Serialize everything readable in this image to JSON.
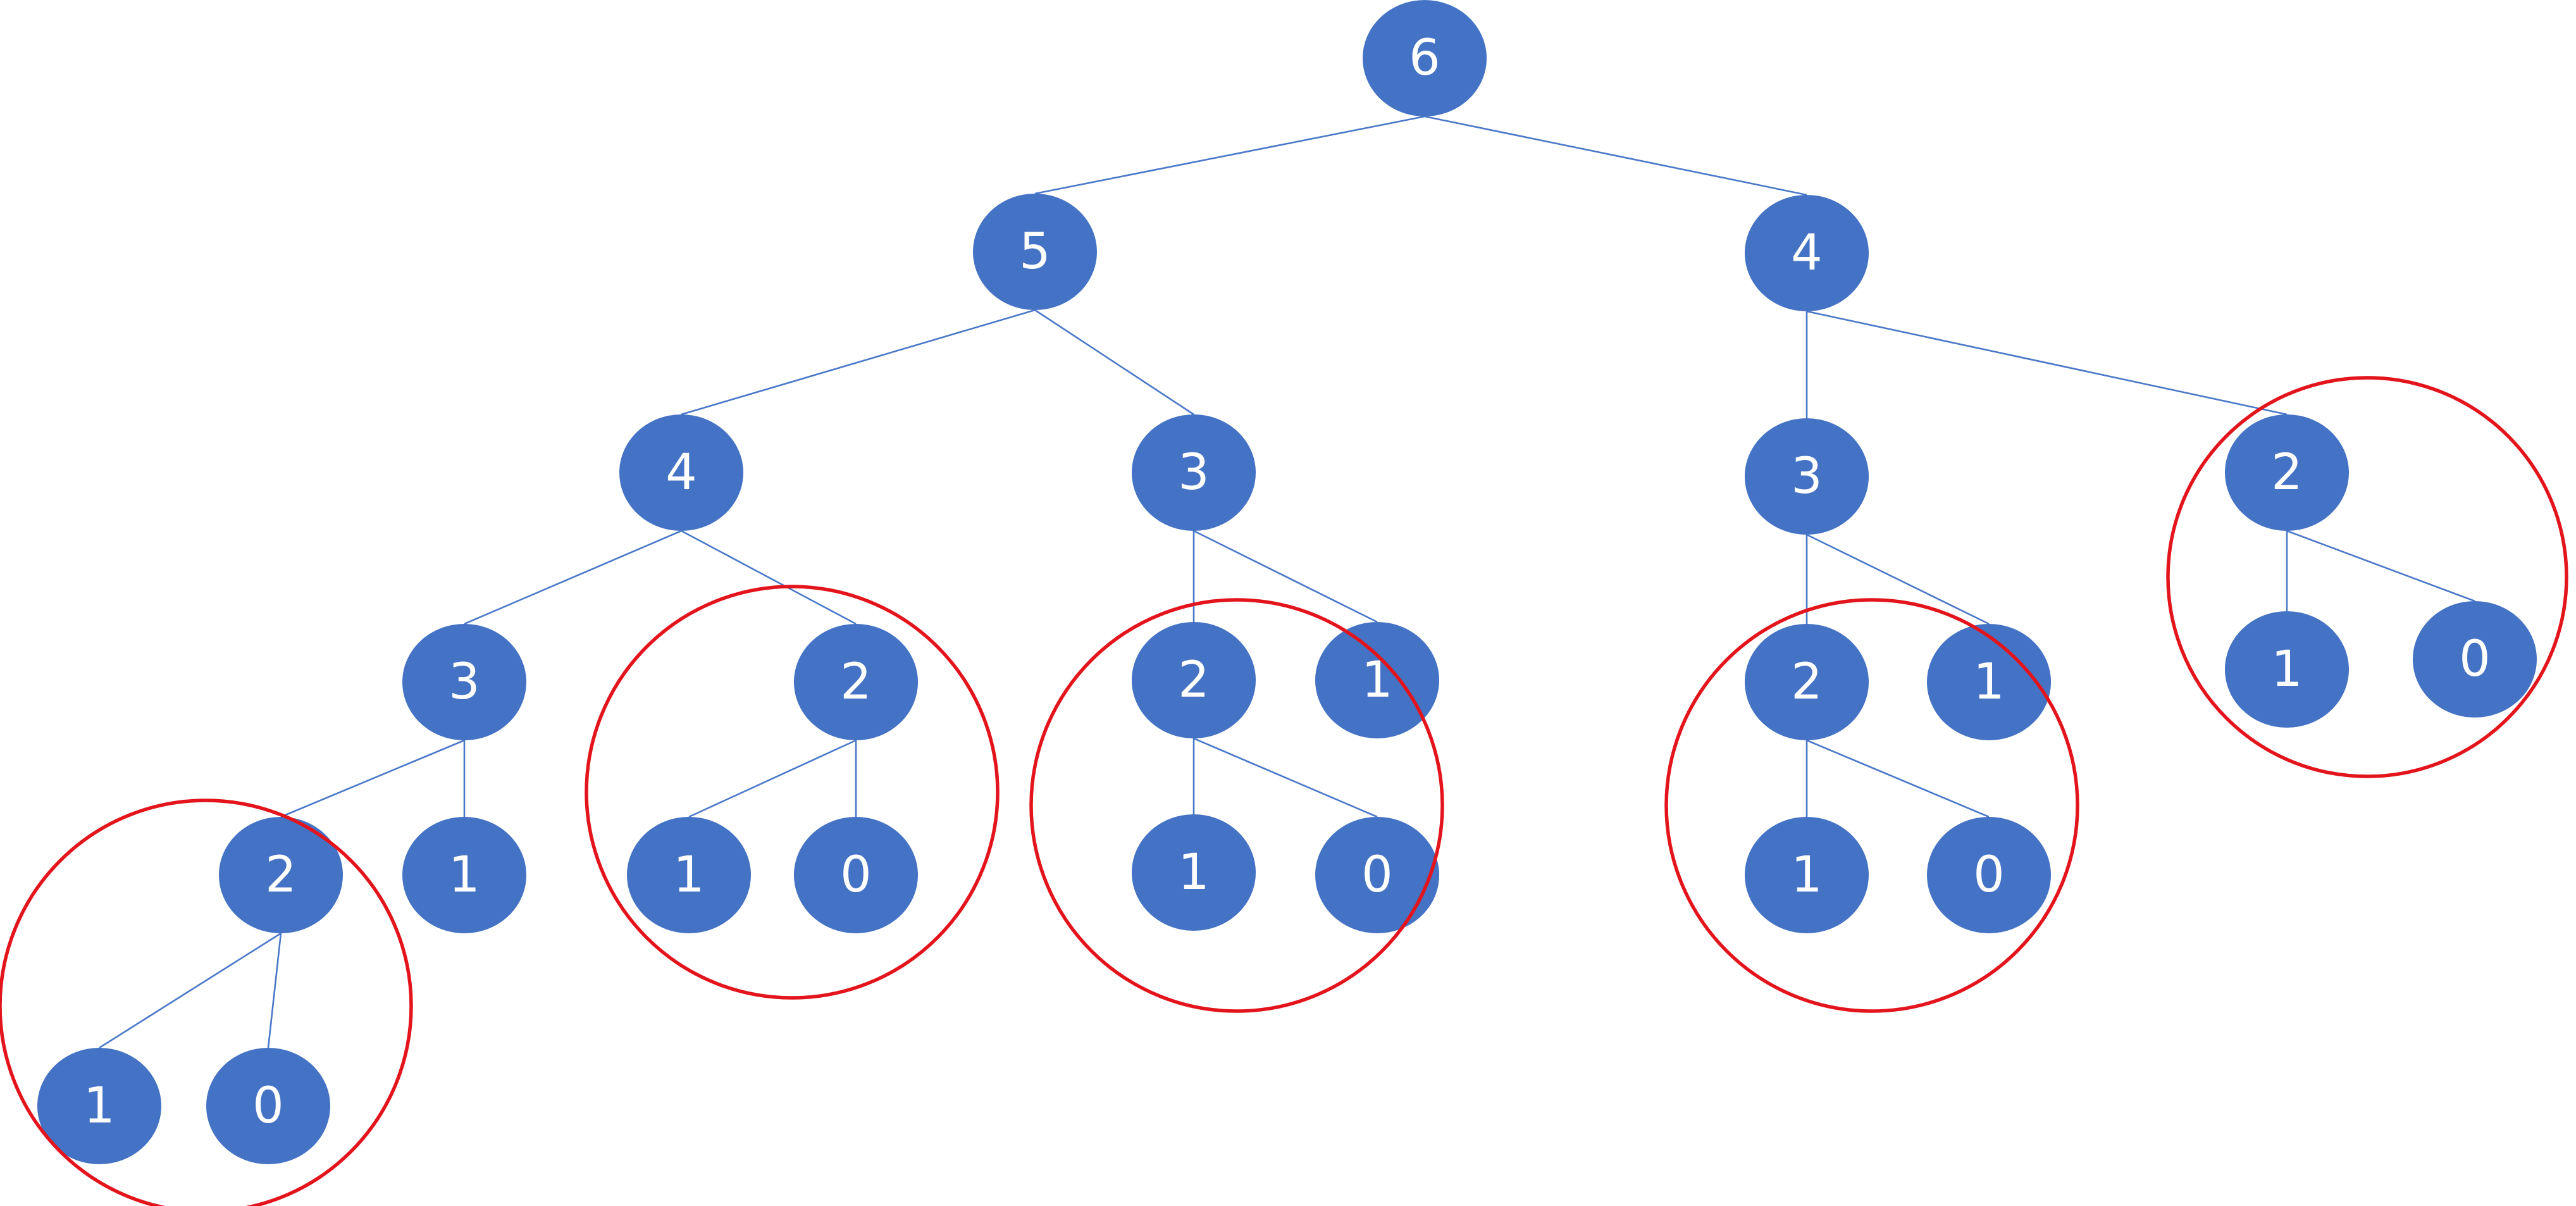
{
  "diagram": {
    "type": "recursion-tree",
    "colors": {
      "node_fill": "#4472C4",
      "node_text": "#FFFFFF",
      "edge": "#4A78C8",
      "highlight_circle": "#E3141B",
      "background": "#FFFFFF"
    },
    "nodes": [
      {
        "id": "n6",
        "label": "6",
        "parent": null
      },
      {
        "id": "n5",
        "label": "5",
        "parent": "n6"
      },
      {
        "id": "n4r",
        "label": "4",
        "parent": "n6"
      },
      {
        "id": "n4l",
        "label": "4",
        "parent": "n5"
      },
      {
        "id": "n3m",
        "label": "3",
        "parent": "n5"
      },
      {
        "id": "n3a",
        "label": "3",
        "parent": "n4l"
      },
      {
        "id": "n2b",
        "label": "2",
        "parent": "n4l"
      },
      {
        "id": "n2a",
        "label": "2",
        "parent": "n3a"
      },
      {
        "id": "n1a",
        "label": "1",
        "parent": "n3a"
      },
      {
        "id": "n1aa",
        "label": "1",
        "parent": "n2a"
      },
      {
        "id": "n0aa",
        "label": "0",
        "parent": "n2a"
      },
      {
        "id": "n1b",
        "label": "1",
        "parent": "n2b"
      },
      {
        "id": "n0b",
        "label": "0",
        "parent": "n2b"
      },
      {
        "id": "n2c",
        "label": "2",
        "parent": "n3m"
      },
      {
        "id": "n1c",
        "label": "1",
        "parent": "n3m"
      },
      {
        "id": "n1cc",
        "label": "1",
        "parent": "n2c"
      },
      {
        "id": "n0cc",
        "label": "0",
        "parent": "n2c"
      },
      {
        "id": "n3r",
        "label": "3",
        "parent": "n4r"
      },
      {
        "id": "n2e",
        "label": "2",
        "parent": "n4r"
      },
      {
        "id": "n2d",
        "label": "2",
        "parent": "n3r"
      },
      {
        "id": "n1d",
        "label": "1",
        "parent": "n3r"
      },
      {
        "id": "n1dd",
        "label": "1",
        "parent": "n2d"
      },
      {
        "id": "n0dd",
        "label": "0",
        "parent": "n2d"
      },
      {
        "id": "n1e",
        "label": "1",
        "parent": "n2e"
      },
      {
        "id": "n0e",
        "label": "0",
        "parent": "n2e"
      }
    ],
    "highlighted_subtrees": [
      "n2a",
      "n2b",
      "n2c",
      "n2d",
      "n2e"
    ]
  }
}
